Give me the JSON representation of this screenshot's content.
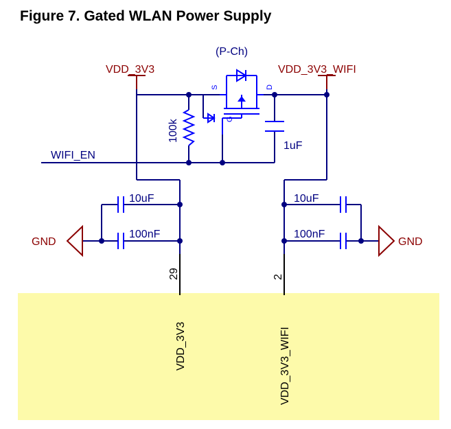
{
  "figure": {
    "title": "Figure 7. Gated WLAN Power Supply"
  },
  "nets": {
    "vdd_3v3": "VDD_3V3",
    "vdd_3v3_wifi": "VDD_3V3_WIFI",
    "wifi_en": "WIFI_EN",
    "gnd_left": "GND",
    "gnd_right": "GND"
  },
  "components": {
    "mosfet": {
      "type": "(P-Ch)",
      "pin_s": "S",
      "pin_d": "D",
      "pin_g": "G"
    },
    "resistor": {
      "value": "100k"
    },
    "cap_top": {
      "value": "1uF"
    },
    "cap_left_1": {
      "value": "10uF"
    },
    "cap_left_2": {
      "value": "100nF"
    },
    "cap_right_1": {
      "value": "10uF"
    },
    "cap_right_2": {
      "value": "100nF"
    }
  },
  "module": {
    "pin_left": "29",
    "pin_right": "2",
    "label_left": "VDD_3V3",
    "label_right": "VDD_3V3_WIFI",
    "fill_color": "#fdfaaa"
  },
  "colors": {
    "wire": "#000080",
    "power_symbol": "#8b0000",
    "component": "#0000ff"
  }
}
